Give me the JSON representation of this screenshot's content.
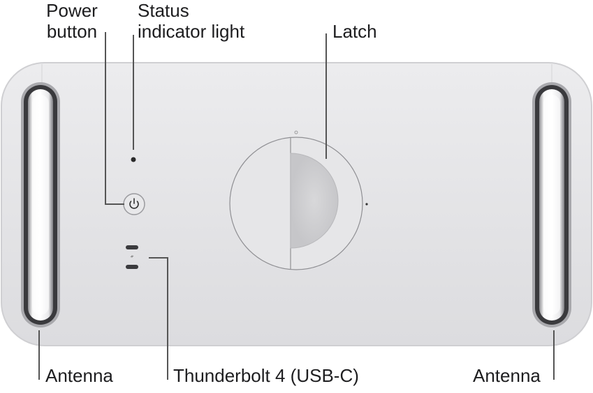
{
  "labels": {
    "power_button": [
      "Power",
      "button"
    ],
    "status_light": [
      "Status",
      "indicator light"
    ],
    "latch": "Latch",
    "antenna_left": "Antenna",
    "thunderbolt": "Thunderbolt 4 (USB-C)",
    "antenna_right": "Antenna"
  },
  "colors": {
    "body": "#e4e4e6",
    "body_edge": "#cfcfd2",
    "leader_line": "#555555",
    "text": "#1d1d1f"
  },
  "icons": [
    "power-icon"
  ]
}
